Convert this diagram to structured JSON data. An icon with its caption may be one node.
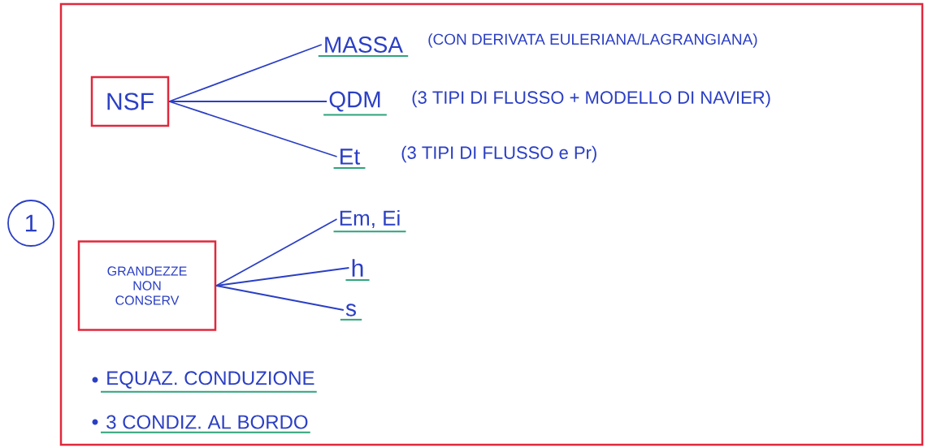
{
  "diagram": {
    "nodes": [
      {
        "text": [],
        "shape": "box"
      },
      {
        "text": [
          "1"
        ]
      },
      {
        "text": [
          "NSF"
        ],
        "in": 0
      },
      {
        "text": [
          "MASSA"
        ],
        "in": 0,
        "beside": [
          "(CON DERIVATA EULERIANA/LAGRANGIANA)"
        ]
      },
      {
        "text": [
          "QDM"
        ],
        "in": 0,
        "beside": [
          "(3 TIPI DI FLUSSO + MODELLO DI NAVIER)"
        ]
      },
      {
        "text": [
          "Et"
        ],
        "in": 0,
        "beside": [
          "(3 TIPI DI FLUSSO e Pr)"
        ]
      },
      {
        "text": [
          "GRANDEZZE NON CONSERV"
        ],
        "in": 0
      },
      {
        "text": [
          "Em, Ei"
        ],
        "in": 0
      },
      {
        "text": [
          "h"
        ],
        "in": 0
      },
      {
        "text": [
          "s"
        ],
        "in": 0
      }
    ],
    "edges": [
      {
        "from": 2,
        "to": 3,
        "arrow": "none"
      },
      {
        "from": 2,
        "to": 4,
        "arrow": "none"
      },
      {
        "from": 2,
        "to": 5,
        "arrow": "none"
      },
      {
        "from": 6,
        "to": 7,
        "arrow": "none"
      },
      {
        "from": 6,
        "to": 8,
        "arrow": "none"
      },
      {
        "from": 6,
        "to": 9,
        "arrow": "none"
      }
    ],
    "labels": [
      "EQUAZ. CONDUZIONE",
      "3 CONDIZ. AL BORDO"
    ]
  }
}
